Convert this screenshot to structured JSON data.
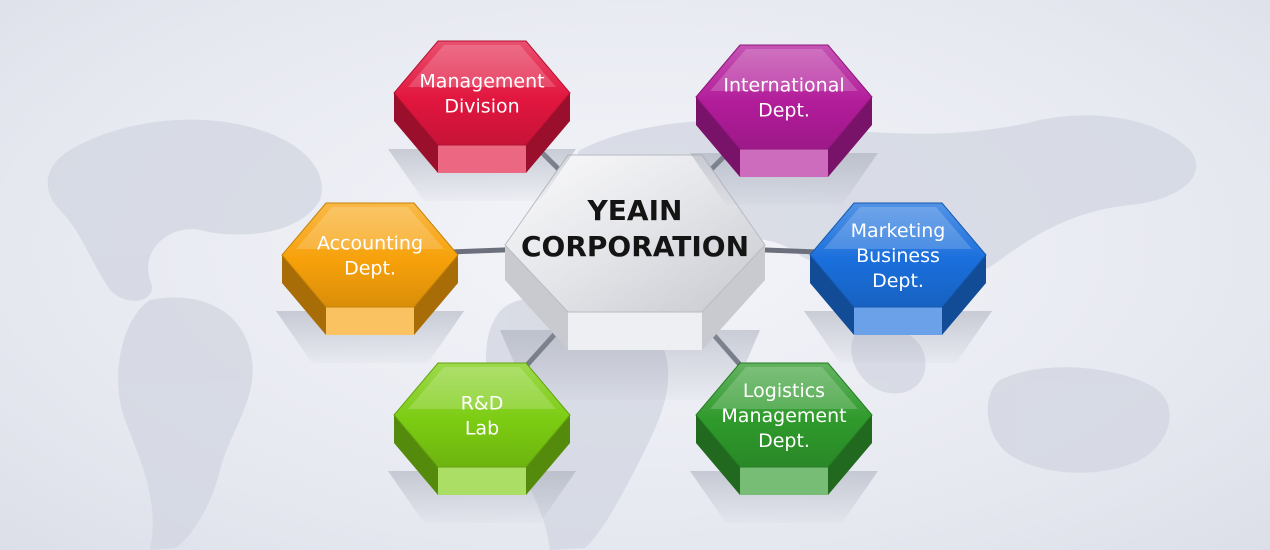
{
  "center": {
    "lines": [
      "YEAIN",
      "CORPORATION"
    ],
    "color": "#c9cacf"
  },
  "departments": [
    {
      "id": "management-division",
      "lines": [
        "Management",
        "Division"
      ],
      "color": "#e2163f"
    },
    {
      "id": "international-dept",
      "lines": [
        "International",
        "Dept."
      ],
      "color": "#b21c9a"
    },
    {
      "id": "accounting-dept",
      "lines": [
        "Accounting",
        "Dept."
      ],
      "color": "#f7a10a"
    },
    {
      "id": "marketing-business-dept",
      "lines": [
        "Marketing",
        "Business",
        "Dept."
      ],
      "color": "#1a6fdc"
    },
    {
      "id": "rd-lab",
      "lines": [
        "R&D",
        "Lab"
      ],
      "color": "#7ccc12"
    },
    {
      "id": "logistics-management-dept",
      "lines": [
        "Logistics",
        "Management",
        "Dept."
      ],
      "color": "#2f9a2c"
    }
  ]
}
